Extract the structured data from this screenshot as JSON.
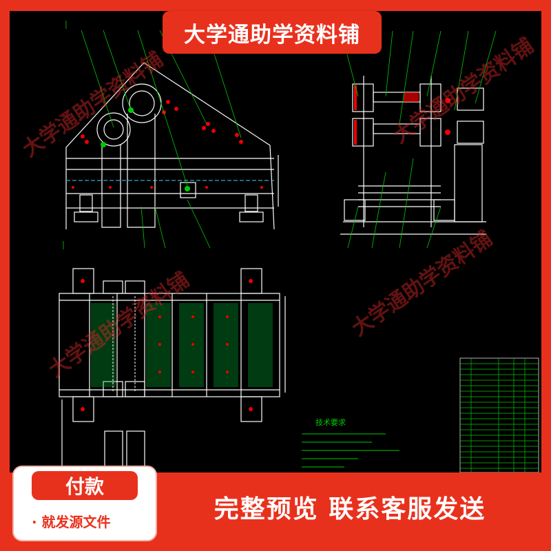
{
  "banner": {
    "title": "大学通助学资料铺"
  },
  "watermark": {
    "text": "大学通助学资料铺"
  },
  "notes": {
    "heading": "技术要求"
  },
  "payment": {
    "label": "付款",
    "subtitle": "· 就发源文件"
  },
  "cta": {
    "text": "完整预览  联系客服发送"
  },
  "colors": {
    "brand_red": "#e8311d",
    "cad_background": "#000000",
    "cad_lines": "#ffffff",
    "cad_leaders": "#00cc00"
  }
}
